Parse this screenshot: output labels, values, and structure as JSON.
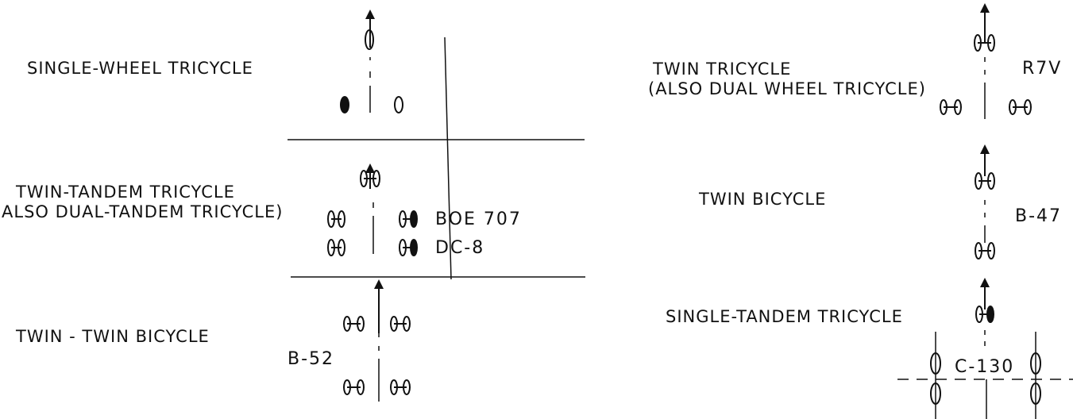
{
  "labels": {
    "single_wheel_tricycle": "SINGLE-WHEEL TRICYCLE",
    "twin_tandem_tricycle_1": "TWIN-TANDEM TRICYCLE",
    "twin_tandem_tricycle_2": "ALSO DUAL-TANDEM TRICYCLE)",
    "twin_twin_bicycle": "TWIN - TWIN BICYCLE",
    "twin_tricycle_1": "TWIN  TRICYCLE",
    "twin_tricycle_2": "(ALSO DUAL WHEEL TRICYCLE)",
    "twin_bicycle": "TWIN  BICYCLE",
    "single_tandem_tricycle": "SINGLE-TANDEM TRICYCLE"
  },
  "aircraft": {
    "boe707": "BOE 707",
    "dc8": "DC-8",
    "b52": "B-52",
    "r7v": "R7V",
    "b47": "B-47",
    "c130": "C-130"
  }
}
